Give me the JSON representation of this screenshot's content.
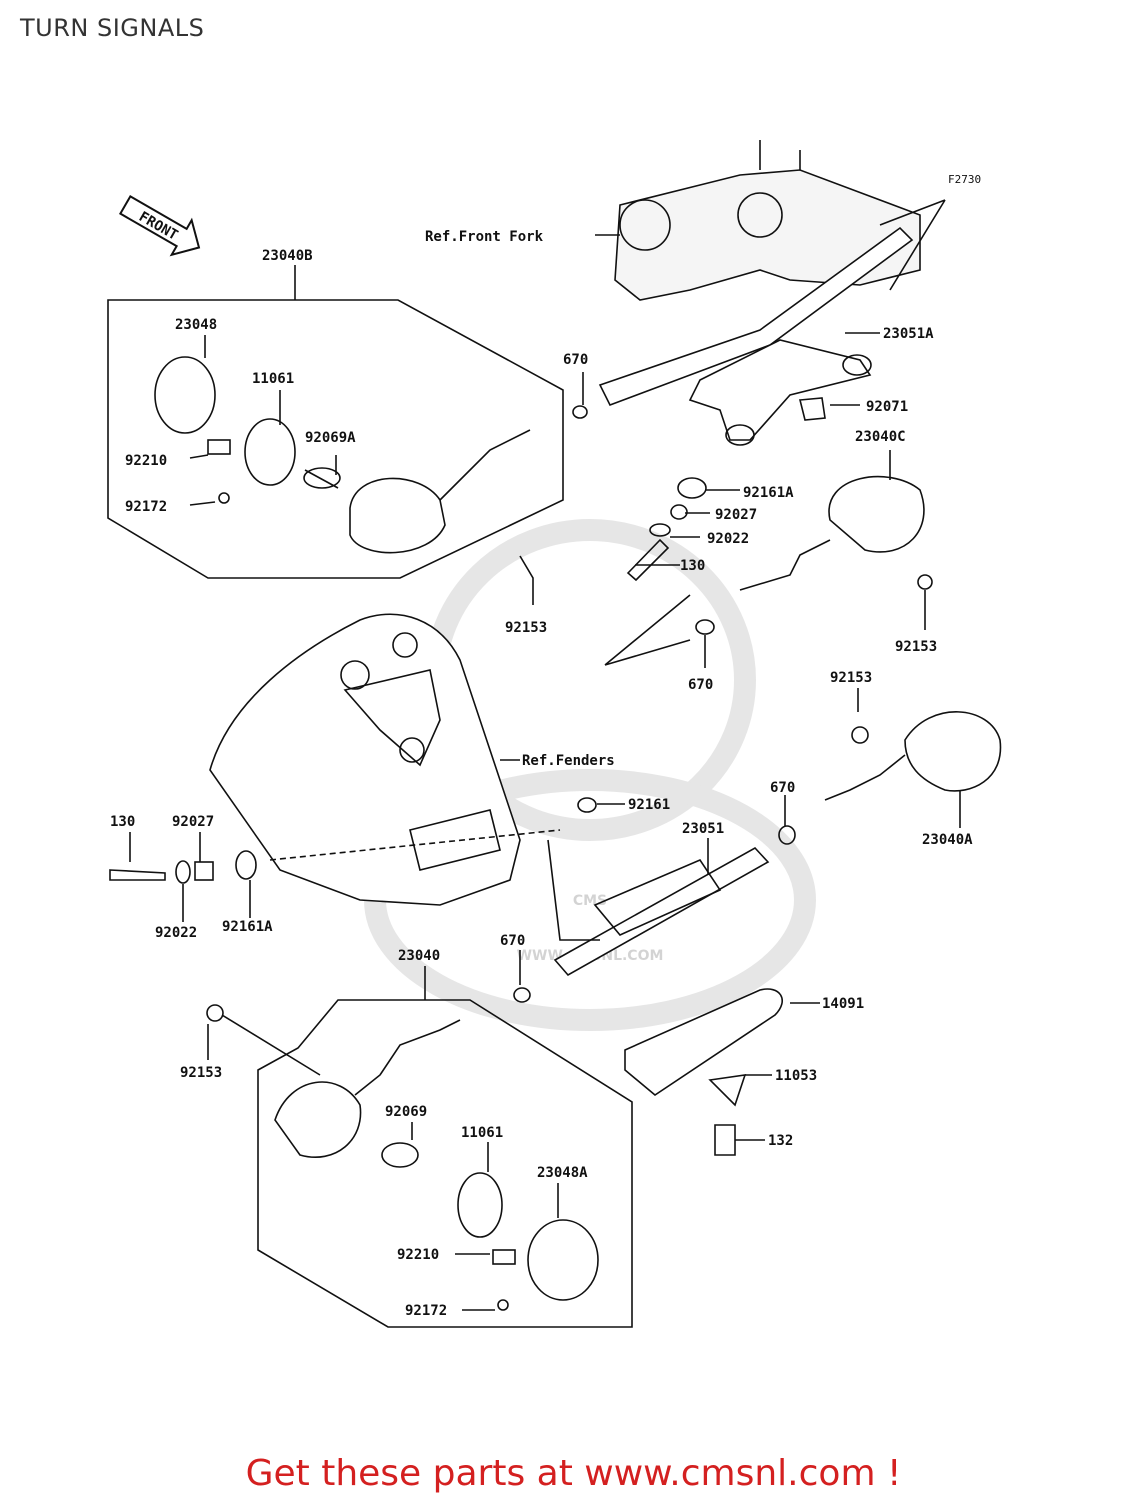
{
  "page": {
    "title": "TURN SIGNALS",
    "footer": "Get these parts at www.cmsnl.com !"
  },
  "diagram": {
    "code": "F2730",
    "front_label": "FRONT",
    "watermark": {
      "brand": "CMS",
      "url": "WWW.CMSNL.COM"
    },
    "refs": {
      "front_fork": "Ref.Front Fork",
      "fenders": "Ref.Fenders"
    },
    "labels": {
      "p23040B": "23040B",
      "p23048": "23048",
      "p11061_top": "11061",
      "p92069A": "92069A",
      "p92210_top": "92210",
      "p92172_top": "92172",
      "p670_a": "670",
      "p92153_a": "92153",
      "p23051A": "23051A",
      "p92071": "92071",
      "p92161A_top": "92161A",
      "p92027_top": "92027",
      "p92022_top": "92022",
      "p130_top": "130",
      "p23040C": "23040C",
      "p92153_b": "92153",
      "p670_b": "670",
      "p92153_c": "92153",
      "p670_c": "670",
      "p23040A": "23040A",
      "p92161": "92161",
      "p23051": "23051",
      "p130_left": "130",
      "p92027_left": "92027",
      "p92022_left": "92022",
      "p92161A_left": "92161A",
      "p670_d": "670",
      "p23040": "23040",
      "p14091": "14091",
      "p92153_d": "92153",
      "p11053": "11053",
      "p92069": "92069",
      "p11061_bot": "11061",
      "p132": "132",
      "p23048A": "23048A",
      "p92210_bot": "92210",
      "p92172_bot": "92172"
    }
  }
}
